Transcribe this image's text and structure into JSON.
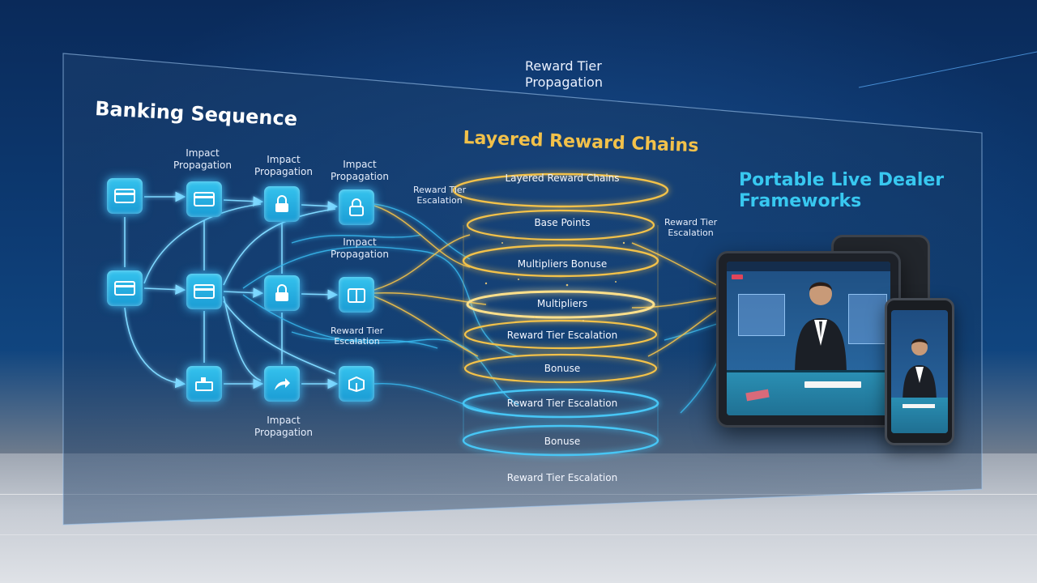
{
  "sections": {
    "banking_title": "Banking Sequence",
    "layered_title": "Layered Reward Chains",
    "portable_title_line1": "Portable Live Dealer",
    "portable_title_line2": "Frameworks",
    "rtp_line1": "Reward Tier",
    "rtp_line2": "Propagation"
  },
  "flow_labels": {
    "impact_1": "Impact",
    "impact_1b": "Propagation",
    "impact_2": "Impact",
    "impact_2b": "Propagation",
    "impact_3": "Impact",
    "impact_3b": "Propagation",
    "impact_4": "Impact",
    "impact_4b": "Propagation",
    "impact_5": "Impact",
    "impact_5b": "Propagation",
    "rte_left_1": "Reward Tier",
    "rte_left_1b": "Escalation",
    "rte_mid": "Reward Tier",
    "rte_midb": "Escalation",
    "rte_right": "Reward Tier",
    "rte_rightb": "Escalation"
  },
  "rings": [
    "Layered  Reward Chains",
    "Base Points",
    "Multipliers Bonuse",
    "Multipliers",
    "Reward Tier Escalation",
    "Bonuse",
    "Reward Tier Escalation",
    "Bonuse",
    "Reward Tier Escalation"
  ],
  "colors": {
    "node": "#29b3e6",
    "gold": "#f2c14a",
    "cyan": "#38c8f0"
  },
  "icons": {
    "card": "credit-card-icon",
    "lock": "padlock-icon",
    "share": "share-arrow-icon",
    "box": "box-icon"
  }
}
